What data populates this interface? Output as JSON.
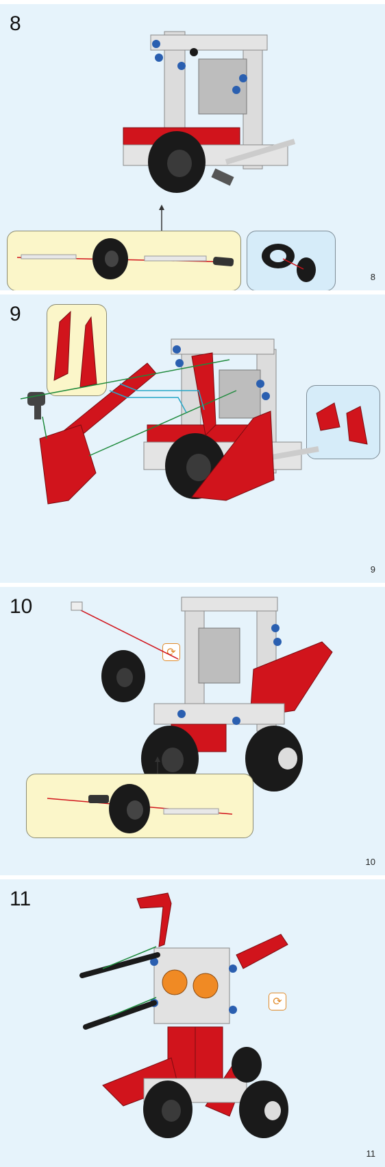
{
  "steps": [
    {
      "number": "8",
      "page": "8"
    },
    {
      "number": "9",
      "page": "9"
    },
    {
      "number": "10",
      "page": "10"
    },
    {
      "number": "11",
      "page": "11"
    }
  ],
  "icons": {
    "rotate": "rotate-icon",
    "rotate_glyph": "⟳"
  },
  "colors": {
    "panel_bg": "#e6f3fb",
    "callout_yellow": "#fbf6c9",
    "callout_blue": "#d6ecf9",
    "brick_red": "#d1141c",
    "tire_black": "#1a1a1a",
    "frame_grey": "#dcdcdc",
    "pin_blue": "#2a5fb0",
    "guide_green": "#1e8a3c",
    "guide_cyan": "#27a7c7"
  }
}
